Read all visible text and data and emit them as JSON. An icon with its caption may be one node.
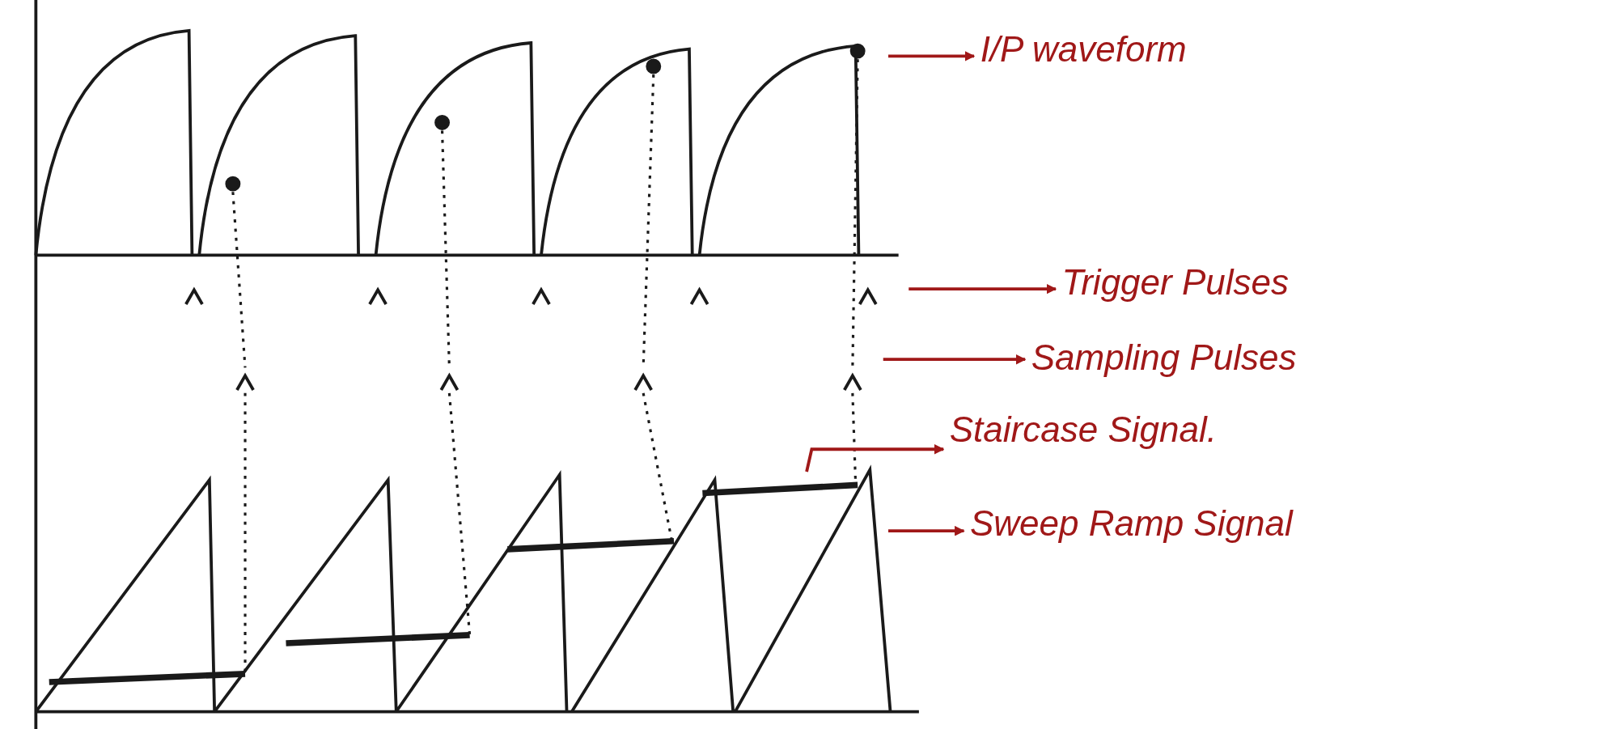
{
  "diagram": {
    "nodes": [
      {
        "text": [
          "I/P waveform"
        ]
      },
      {
        "text": [
          "Trigger Pulses"
        ]
      },
      {
        "text": [
          "Sampling Pulses"
        ]
      },
      {
        "text": [
          "Staircase Signal."
        ]
      },
      {
        "text": [
          "Sweep Ramp Signal"
        ]
      }
    ],
    "edges": [
      {
        "from": null,
        "to": 0,
        "arrow": "to"
      },
      {
        "from": null,
        "to": 1,
        "arrow": "to"
      },
      {
        "from": null,
        "to": 2,
        "arrow": "to"
      },
      {
        "from": null,
        "to": 3,
        "arrow": "to"
      },
      {
        "from": null,
        "to": 4,
        "arrow": "to"
      }
    ]
  }
}
